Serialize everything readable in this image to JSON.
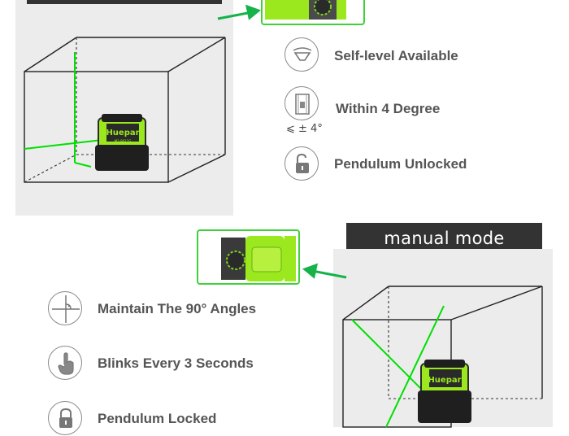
{
  "auto_mode": {
    "features": [
      {
        "icon": "self-level-icon",
        "label": "Self-level Available"
      },
      {
        "icon": "vial-level-icon",
        "label": "Within 4 Degree",
        "note": "⩽ ± 4°"
      },
      {
        "icon": "unlocked-padlock-icon",
        "label": "Pendulum Unlocked"
      }
    ]
  },
  "manual_mode": {
    "banner": "manual mode",
    "features": [
      {
        "icon": "crosshair-angle-icon",
        "label": "Maintain The 90° Angles"
      },
      {
        "icon": "tap-hand-icon",
        "label": "Blinks Every 3 Seconds"
      },
      {
        "icon": "locked-padlock-icon",
        "label": "Pendulum Locked"
      }
    ]
  },
  "device": {
    "brand": "Huepar",
    "model": "M1-9011G"
  },
  "colors": {
    "laser": "#00e000",
    "device_green": "#9be81e",
    "panel": "#ececec",
    "banner": "#333333",
    "text": "#555555"
  }
}
